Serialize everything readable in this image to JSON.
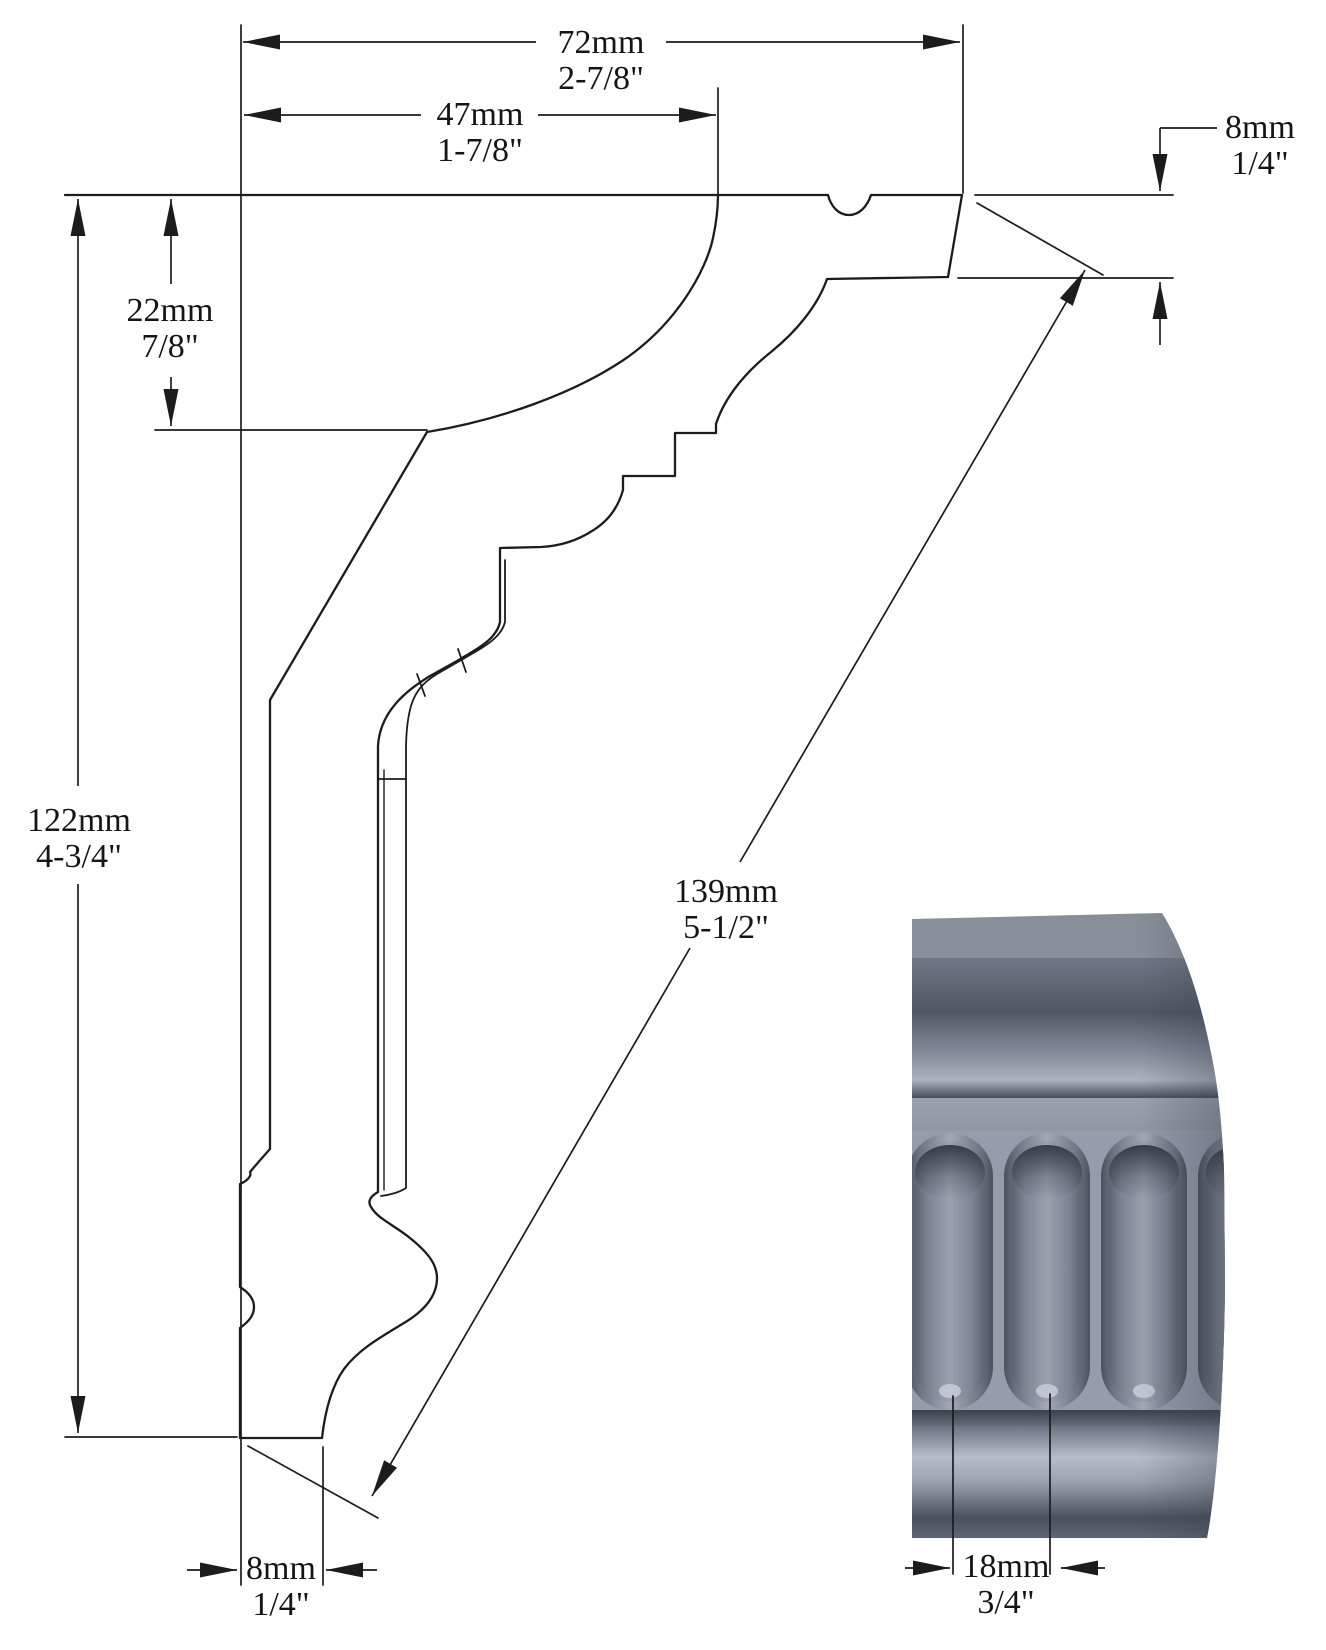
{
  "diagram": {
    "type": "technical-drawing",
    "subject": "crown molding cross-section profile with fluted face detail inset",
    "line_color": "#1c1c1c",
    "background": "#ffffff",
    "dimensions": {
      "overall_projection": {
        "metric": "72mm",
        "imperial": "2-7/8\""
      },
      "top_flat_projection": {
        "metric": "47mm",
        "imperial": "1-7/8\""
      },
      "top_drop": {
        "metric": "22mm",
        "imperial": "7/8\""
      },
      "overall_height": {
        "metric": "122mm",
        "imperial": "4-3/4\""
      },
      "face_width": {
        "metric": "139mm",
        "imperial": "5-1/2\""
      },
      "top_edge_thickness": {
        "metric": "8mm",
        "imperial": "1/4\""
      },
      "bottom_edge_thickness": {
        "metric": "8mm",
        "imperial": "1/4\""
      },
      "flute_spacing": {
        "metric": "18mm",
        "imperial": "3/4\""
      }
    },
    "render_palette": {
      "base_gray": "#8a929e",
      "highlight": "#b6bec9",
      "shadow": "#49525c",
      "deep_shadow": "#39414b"
    }
  }
}
